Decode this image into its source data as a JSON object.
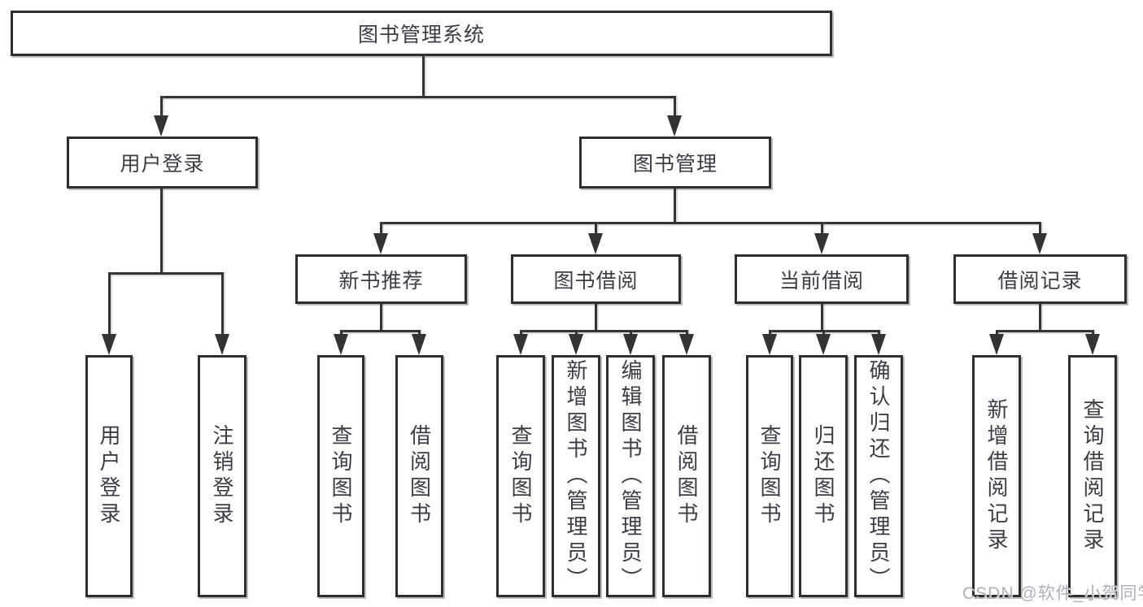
{
  "tree": {
    "root": {
      "label": "图书管理系统",
      "children": [
        {
          "label": "用户登录",
          "children": [
            {
              "label": "用户登录"
            },
            {
              "label": "注销登录"
            }
          ]
        },
        {
          "label": "图书管理",
          "children": [
            {
              "label": "新书推荐",
              "children": [
                {
                  "label": "查询图书"
                },
                {
                  "label": "借阅图书"
                }
              ]
            },
            {
              "label": "图书借阅",
              "children": [
                {
                  "label": "查询图书"
                },
                {
                  "label": "新增图书（管理员）"
                },
                {
                  "label": "编辑图书（管理员）"
                },
                {
                  "label": "借阅图书"
                }
              ]
            },
            {
              "label": "当前借阅",
              "children": [
                {
                  "label": "查询图书"
                },
                {
                  "label": "归还图书"
                },
                {
                  "label": "确认归还（管理员）"
                }
              ]
            },
            {
              "label": "借阅记录",
              "children": [
                {
                  "label": "新增借阅记录"
                },
                {
                  "label": "查询借阅记录"
                }
              ]
            }
          ]
        }
      ]
    }
  },
  "watermark": {
    "text": "CSDN @软件_小贺同学"
  },
  "colors": {
    "line": "#333333",
    "border": "#2e2e2e",
    "text": "#3a3e44",
    "watermark": "#adb2ba",
    "background": "#ffffff"
  }
}
